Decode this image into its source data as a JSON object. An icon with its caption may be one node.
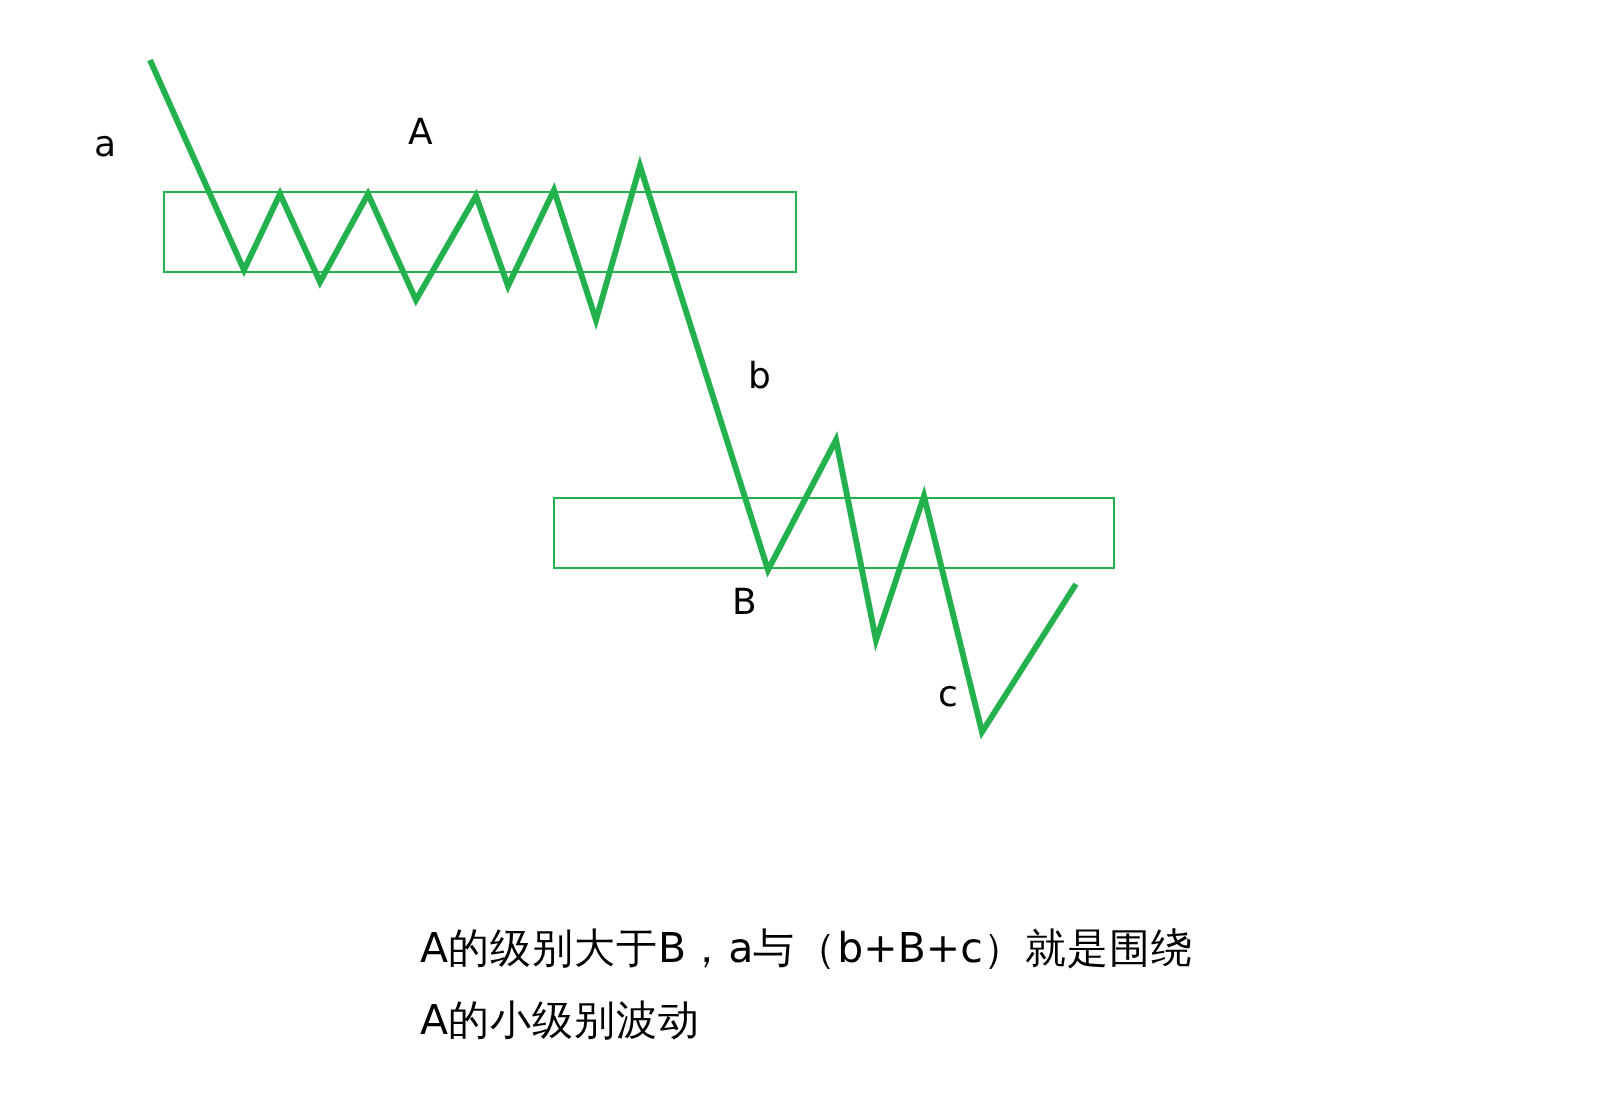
{
  "diagram": {
    "caption": "A的级别大于B，a与（b+B+c）就是围绕A的小级别波动",
    "nodes": [
      {
        "text": [],
        "shape": "box"
      },
      {
        "text": [],
        "shape": "box"
      }
    ],
    "labels": [
      "a",
      "A",
      "b",
      "B",
      "c"
    ]
  }
}
